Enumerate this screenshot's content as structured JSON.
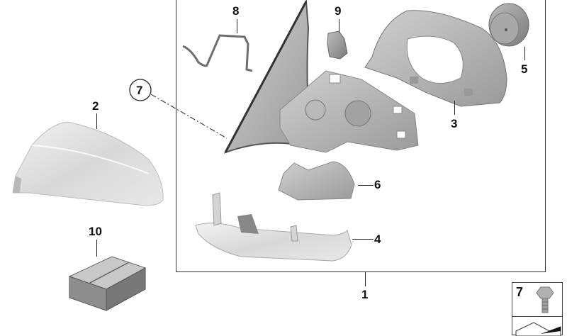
{
  "diagram": {
    "type": "exploded parts diagram",
    "subject": "exterior side mirror assembly",
    "parts": [
      {
        "id": "1",
        "label": "1",
        "description": "mirror assembly (frame group)"
      },
      {
        "id": "2",
        "label": "2",
        "description": "mirror cap / cover"
      },
      {
        "id": "3",
        "label": "3",
        "description": "mirror housing"
      },
      {
        "id": "4",
        "label": "4",
        "description": "lower trim cover"
      },
      {
        "id": "5",
        "label": "5",
        "description": "mirror actuator / motor"
      },
      {
        "id": "6",
        "label": "6",
        "description": "bracket cover"
      },
      {
        "id": "7",
        "label": "7",
        "description": "screw (circled callout)"
      },
      {
        "id": "8",
        "label": "8",
        "description": "wiring harness"
      },
      {
        "id": "9",
        "label": "9",
        "description": "connector / module"
      },
      {
        "id": "10",
        "label": "10",
        "description": "boxed kit / package"
      }
    ],
    "legend": {
      "label": "7",
      "icon": "screw-icon",
      "lower_icon": "wrench-shape-icon"
    }
  }
}
